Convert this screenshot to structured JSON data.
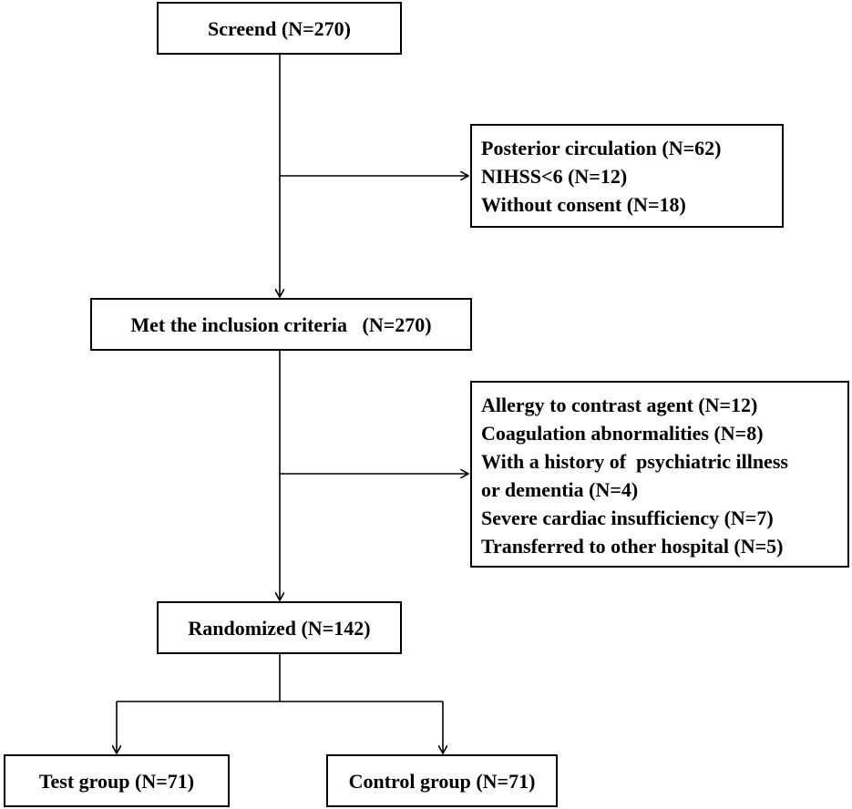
{
  "flow": {
    "screened": "Screend (N=270)",
    "inclusion": "Met the inclusion criteria   (N=270)",
    "randomized": "Randomized (N=142)",
    "test_group": "Test group (N=71)",
    "control_group": "Control group (N=71)"
  },
  "exclusions_1": [
    "Posterior circulation (N=62)",
    "NIHSS<6 (N=12)",
    "Without consent (N=18)"
  ],
  "exclusions_2": [
    "Allergy to contrast agent (N=12)",
    "Coagulation abnormalities (N=8)",
    "With a history of  psychiatric illness",
    "or dementia (N=4)",
    "Severe cardiac insufficiency (N=7)",
    "Transferred to other hospital (N=5)"
  ],
  "colors": {
    "line": "#000000",
    "background": "#ffffff"
  }
}
